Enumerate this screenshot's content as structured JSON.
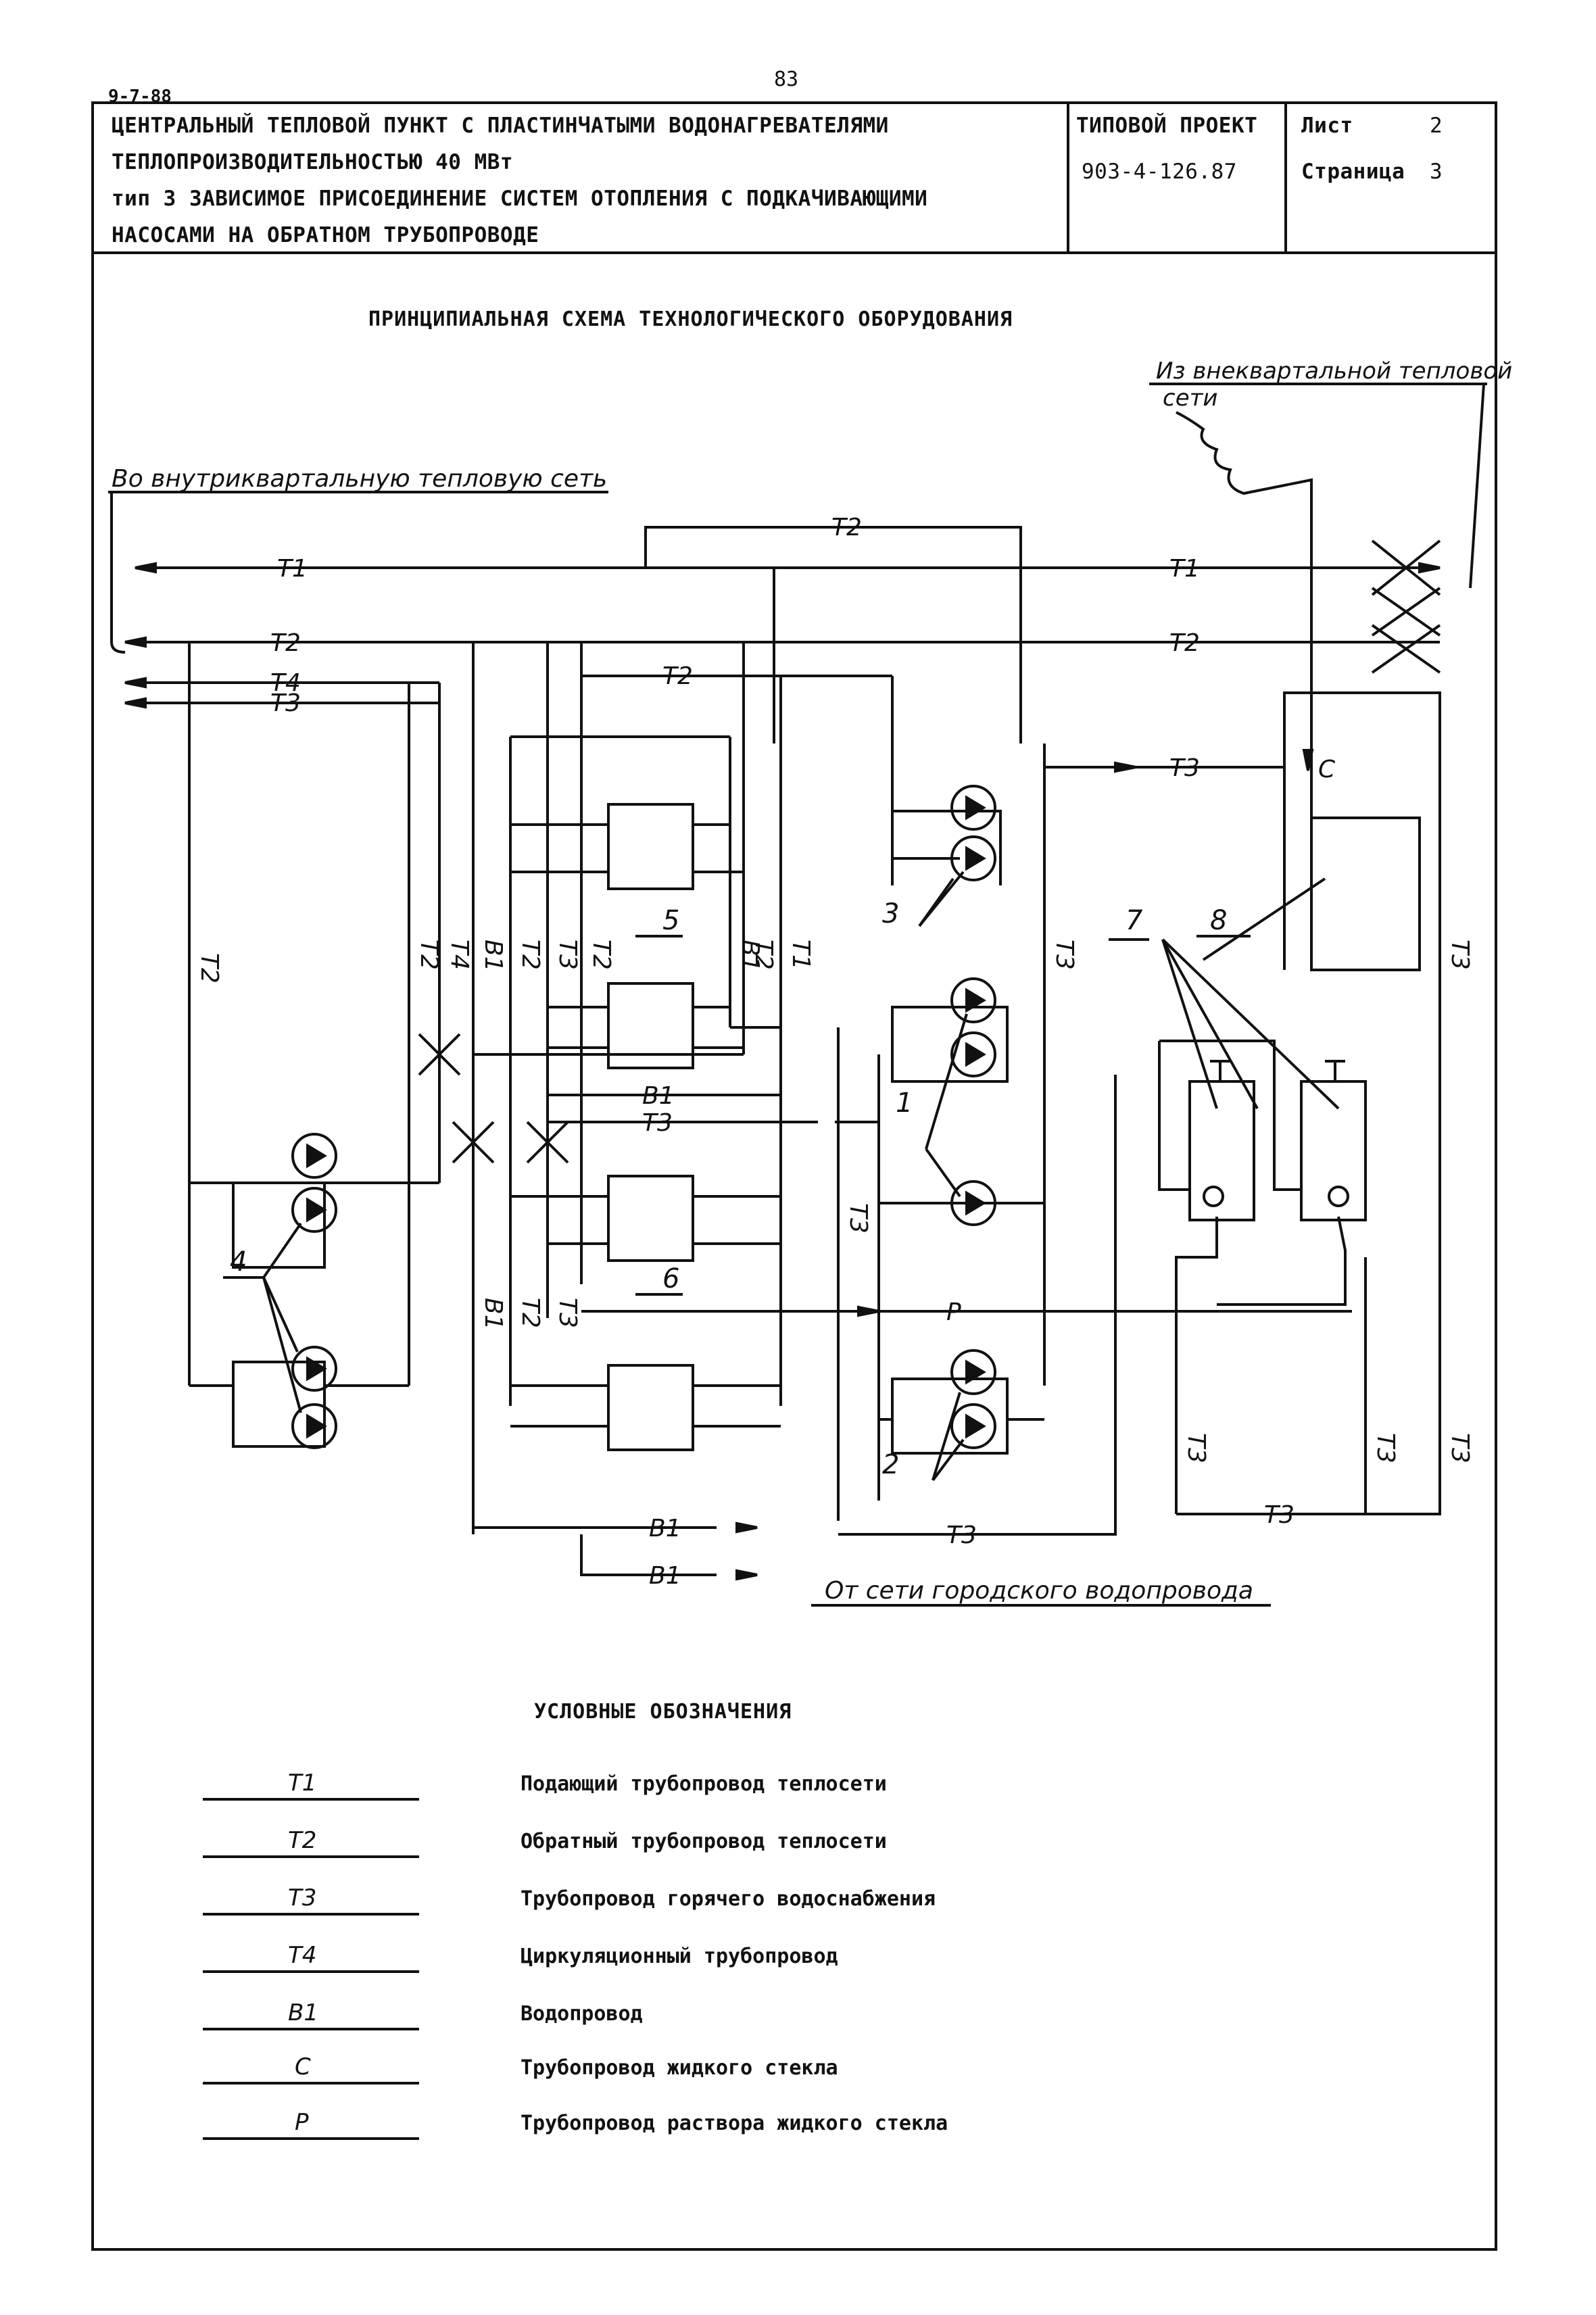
{
  "header": {
    "top_code": "9-7-88",
    "page_number": "83",
    "title_lines": [
      "ЦЕНТРАЛЬНЫЙ ТЕПЛОВОЙ ПУНКТ С ПЛАСТИНЧАТЫМИ ВОДОНАГРЕВАТЕЛЯМИ",
      "ТЕПЛОПРОИЗВОДИТЕЛЬНОСТЬЮ 40 МВт",
      "тип 3 ЗАВИСИМОЕ ПРИСОЕДИНЕНИЕ СИСТЕМ ОТОПЛЕНИЯ С ПОДКАЧИВАЮЩИМИ",
      "НАСОСАМИ НА ОБРАТНОМ ТРУБОПРОВОДЕ"
    ],
    "project_label": "ТИПОВОЙ ПРОЕКТ",
    "project_code": "903-4-126.87",
    "sheet_label": "Лист",
    "sheet_value": "2",
    "page_label": "Страница",
    "page_value": "3"
  },
  "scheme": {
    "title": "ПРИНЦИПИАЛЬНАЯ СХЕМА ТЕХНОЛОГИЧЕСКОГО ОБОРУДОВАНИЯ",
    "note_inner": "Во внутриквартальную тепловую сеть",
    "note_outer_1": "Из внеквартальной тепловой",
    "note_outer_2": "сети",
    "note_water": "От сети городского водопровода",
    "pipe_labels": {
      "t1": "Т1",
      "t2": "Т2",
      "t3": "Т3",
      "t4": "Т4",
      "b1": "В1",
      "c": "С",
      "p": "Р"
    },
    "numbers": [
      "1",
      "2",
      "3",
      "4",
      "5",
      "6",
      "7",
      "8"
    ]
  },
  "legend": {
    "title": "УСЛОВНЫЕ ОБОЗНАЧЕНИЯ",
    "items": [
      {
        "code": "Т1",
        "desc": "Подающий трубопровод теплосети"
      },
      {
        "code": "Т2",
        "desc": "Обратный трубопровод теплосети"
      },
      {
        "code": "Т3",
        "desc": "Трубопровод горячего водоснабжения"
      },
      {
        "code": "Т4",
        "desc": "Циркуляционный трубопровод"
      },
      {
        "code": "В1",
        "desc": "Водопровод"
      },
      {
        "code": "С",
        "desc": "Трубопровод жидкого стекла"
      },
      {
        "code": "Р",
        "desc": "Трубопровод раствора жидкого стекла"
      }
    ]
  }
}
